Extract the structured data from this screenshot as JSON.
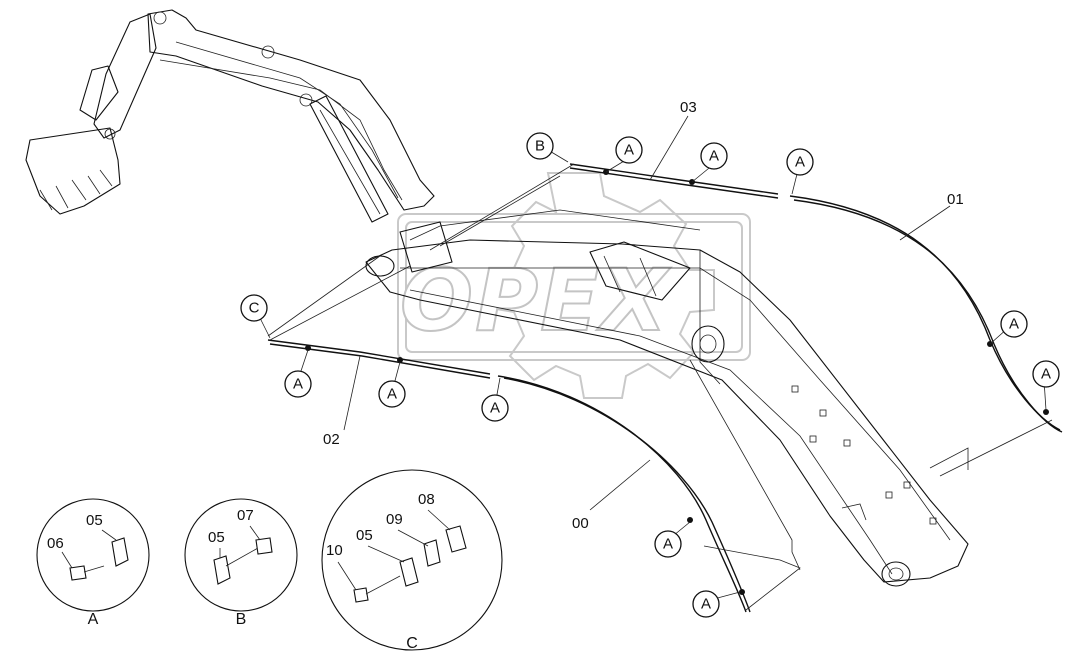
{
  "watermark": {
    "text": "OPEX"
  },
  "callouts": {
    "a": "A",
    "b": "B",
    "c": "C"
  },
  "part_numbers": {
    "p00": "00",
    "p01": "01",
    "p02": "02",
    "p03": "03",
    "p05": "05",
    "p06": "06",
    "p07": "07",
    "p08": "08",
    "p09": "09",
    "p10": "10"
  },
  "details": {
    "a": "A",
    "b": "B",
    "c": "C"
  }
}
